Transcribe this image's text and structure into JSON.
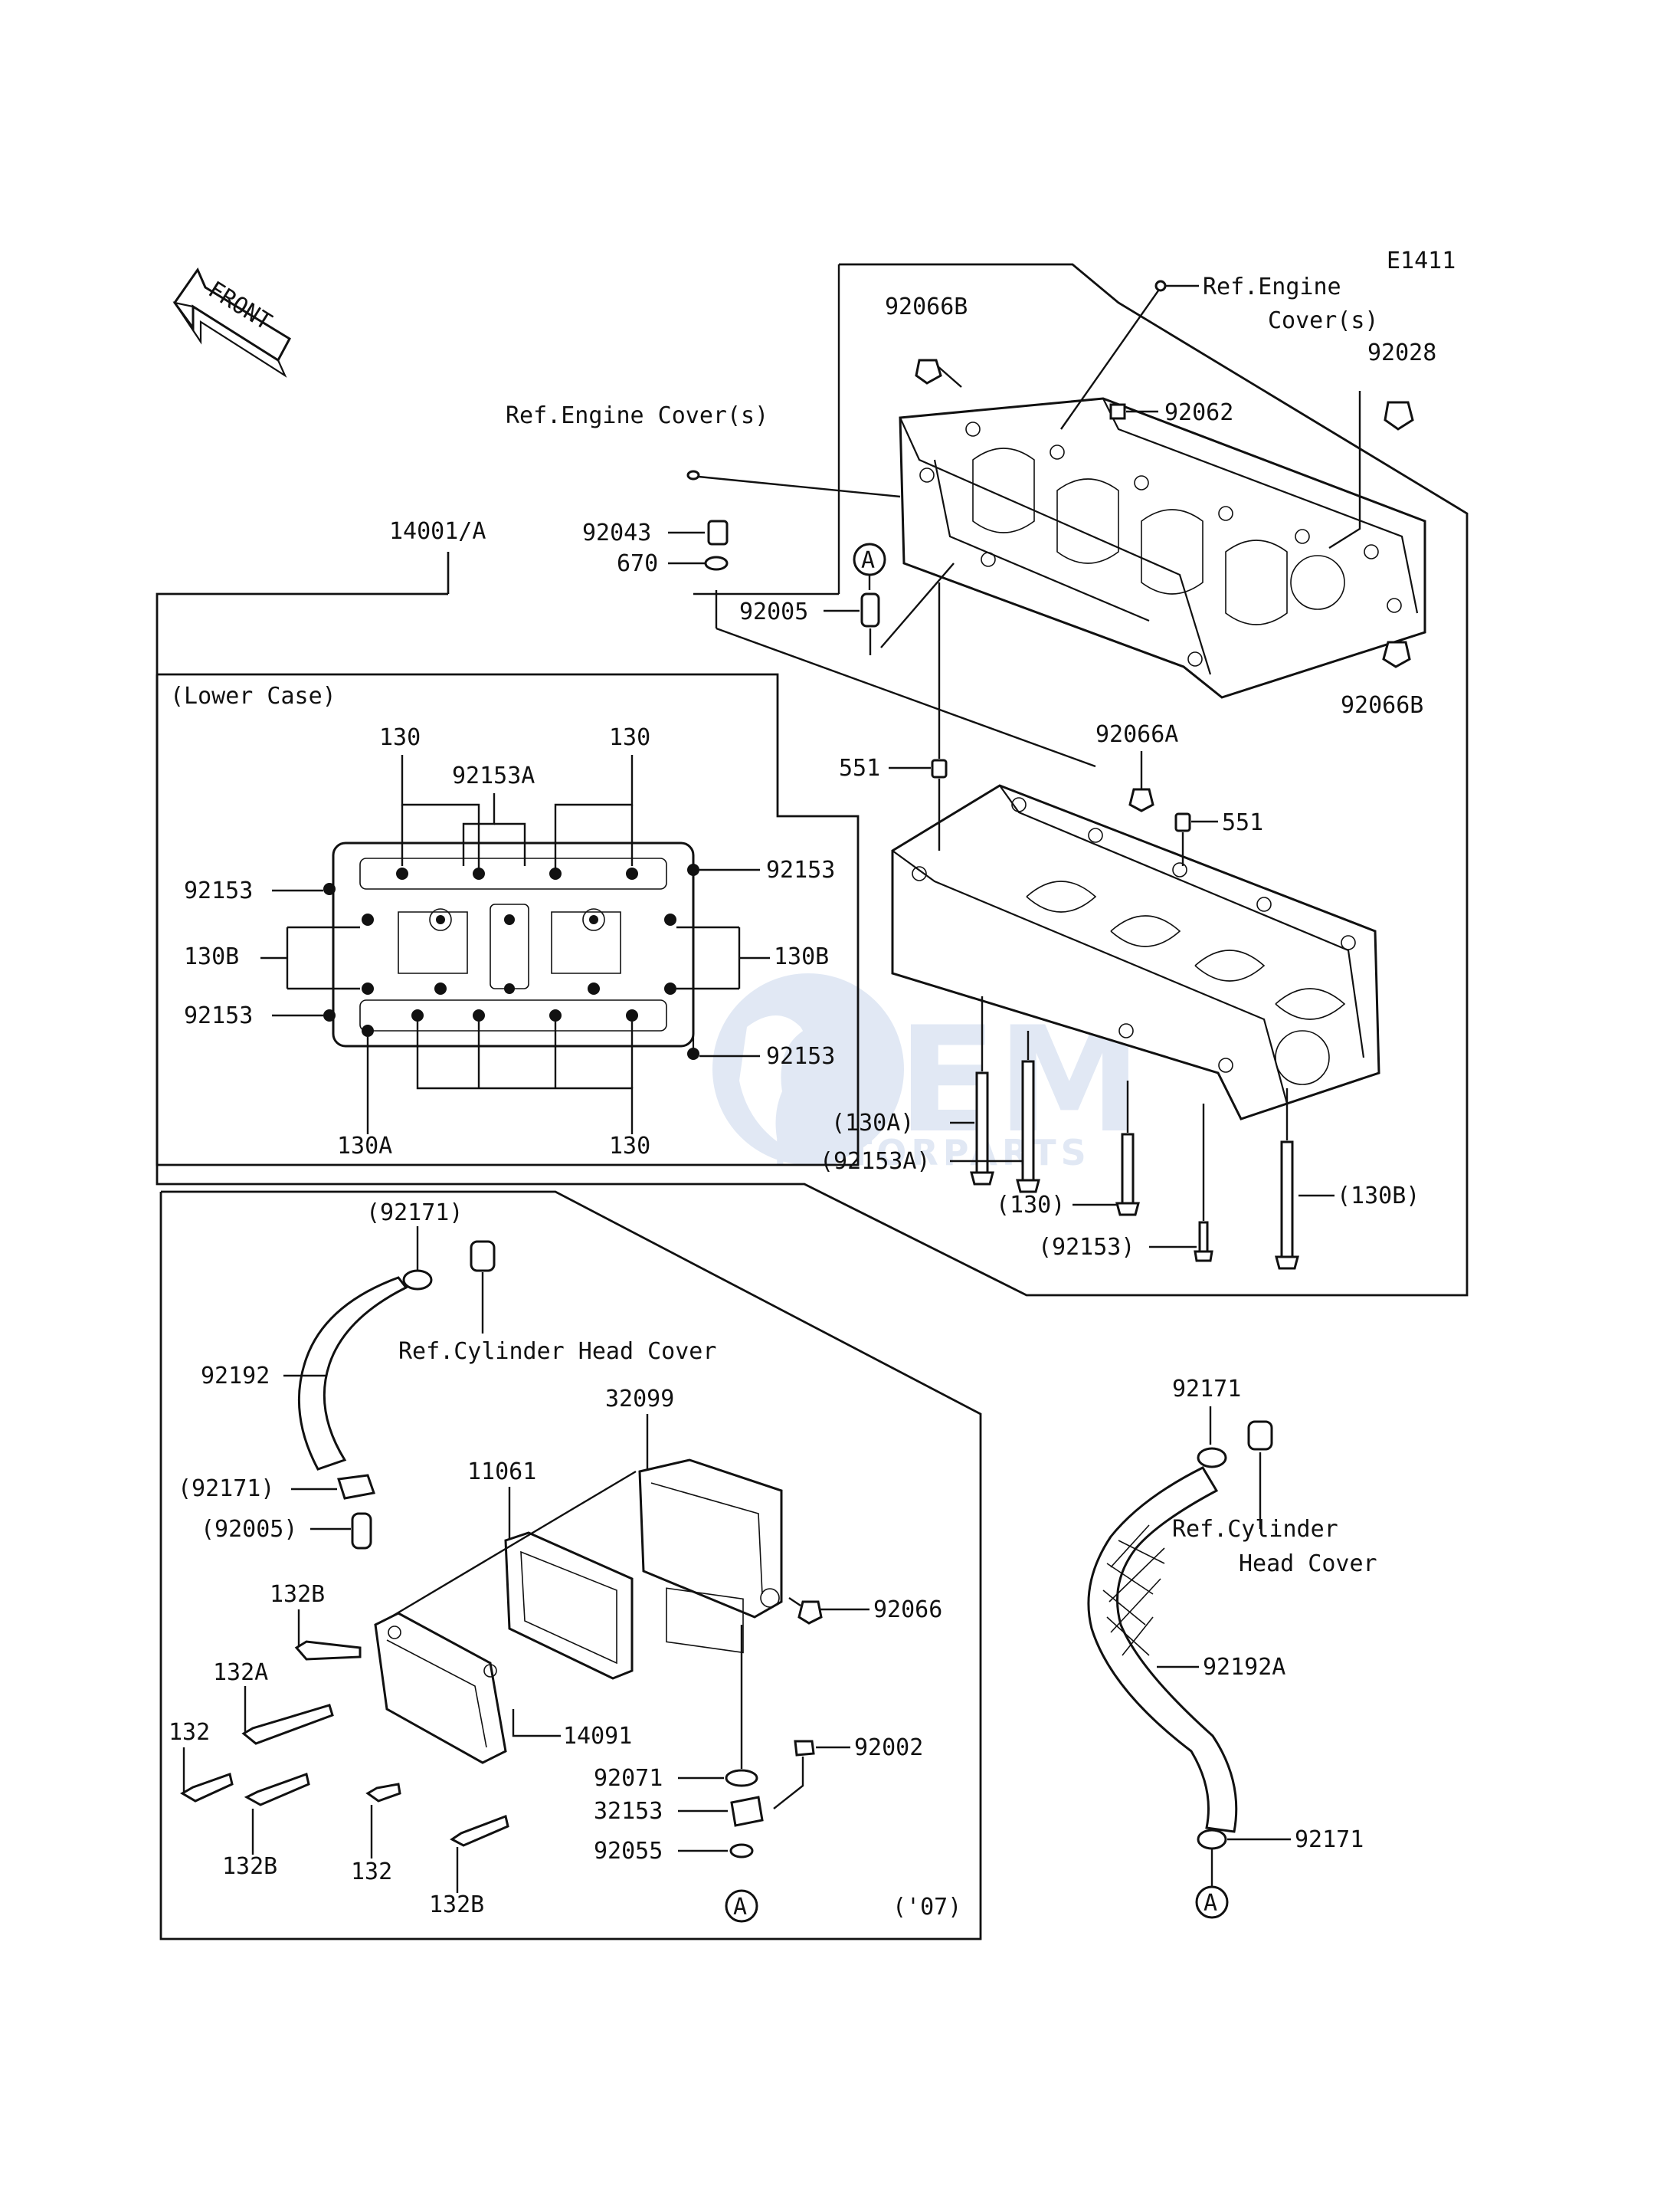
{
  "diagram_code": "E1411",
  "front_label": "FRONT",
  "watermark": {
    "brand": "OEM",
    "sub": "MOTORPARTS",
    "color": "#c9d7ec"
  },
  "upper": {
    "ref_engine_cover_top": "Ref.Engine",
    "ref_engine_cover_top2": "Cover(s)",
    "ref_engine_cover_left": "Ref.Engine Cover(s)",
    "p_92066B_top": "92066B",
    "p_92062": "92062",
    "p_92028": "92028",
    "p_92043": "92043",
    "p_670": "670",
    "p_92005": "92005",
    "p_92066B_right": "92066B",
    "p_14001A": "14001/A",
    "marker_A": "A"
  },
  "lower_case_box": {
    "title": "(Lower Case)",
    "p_130_tl": "130",
    "p_130_tr": "130",
    "p_92153A": "92153A",
    "p_92153_l1": "92153",
    "p_92153_r1": "92153",
    "p_130B_l": "130B",
    "p_130B_r": "130B",
    "p_92153_l2": "92153",
    "p_92153_r2": "92153",
    "p_130A": "130A",
    "p_130_b": "130"
  },
  "lower_right": {
    "p_551_l": "551",
    "p_92066A": "92066A",
    "p_551_r": "551",
    "p_130A_paren": "(130A)",
    "p_92153A_paren": "(92153A)",
    "p_130_paren": "(130)",
    "p_92153_paren": "(92153)",
    "p_130B_paren": "(130B)"
  },
  "oil_pan_box": {
    "p_92171_top": "(92171)",
    "ref_cyl_head": "Ref.Cylinder Head Cover",
    "p_92192": "92192",
    "p_32099": "32099",
    "p_11061": "11061",
    "p_92171_mid": "(92171)",
    "p_92005": "(92005)",
    "p_92066": "92066",
    "p_132B_1": "132B",
    "p_132A": "132A",
    "p_14091": "14091",
    "p_132_l": "132",
    "p_92002": "92002",
    "p_92071": "92071",
    "p_32153": "32153",
    "p_132B_2": "132B",
    "p_132_m": "132",
    "p_92055": "92055",
    "p_132B_3": "132B",
    "marker_A": "A",
    "year_note": "('07)"
  },
  "breather": {
    "p_92171_top": "92171",
    "ref_line1": "Ref.Cylinder",
    "ref_line2": "Head Cover",
    "p_92192A": "92192A",
    "p_92171_bot": "92171",
    "marker_A": "A"
  }
}
